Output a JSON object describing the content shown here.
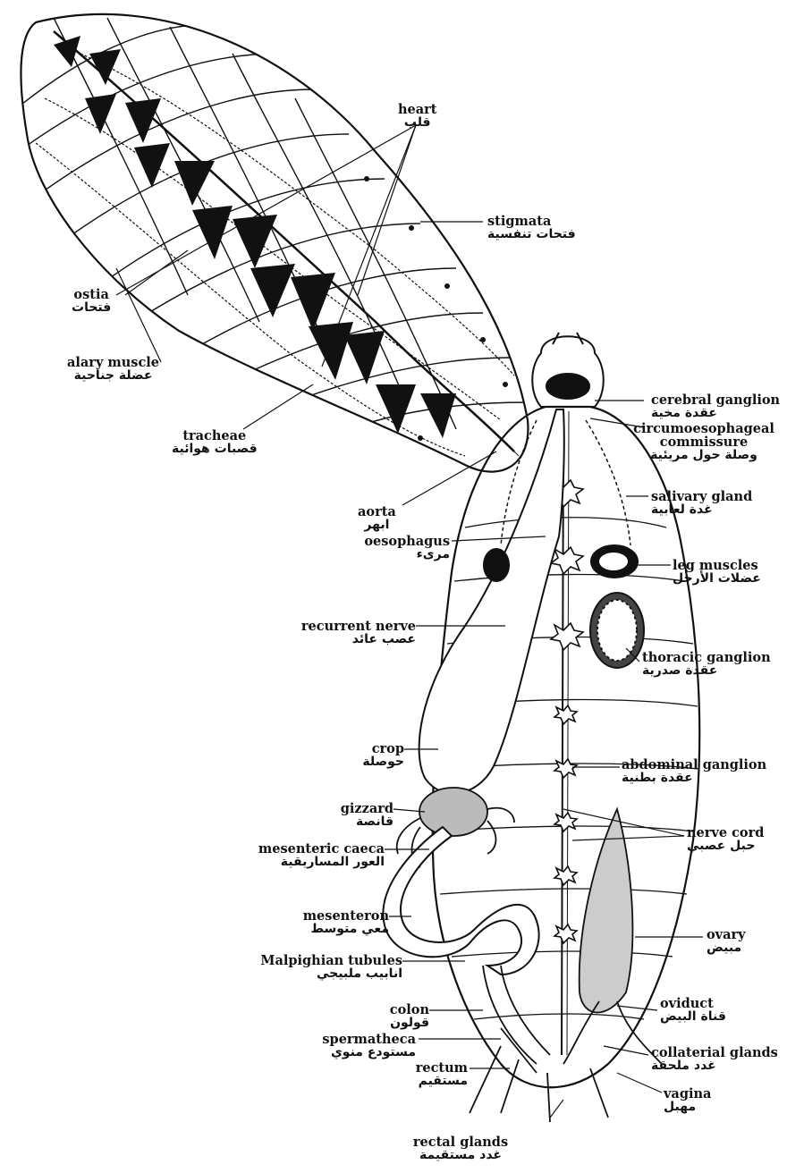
{
  "labels": {
    "heart": {
      "en": "heart",
      "ar": "قلب"
    },
    "stigmata": {
      "en": "stigmata",
      "ar": "فتحات تنفسية"
    },
    "ostia": {
      "en": "ostia",
      "ar": "فتحات"
    },
    "alary_muscle": {
      "en": "alary muscle",
      "ar": "عضلة جناحية"
    },
    "tracheae": {
      "en": "tracheae",
      "ar": "قصبات هوائية"
    },
    "aorta": {
      "en": "aorta",
      "ar": "ابهر"
    },
    "oesophagus": {
      "en": "oesophagus",
      "ar": "مرىء"
    },
    "recurrent_nerve": {
      "en": "recurrent nerve",
      "ar": "عصب عائد"
    },
    "crop": {
      "en": "crop",
      "ar": "حوصلة"
    },
    "gizzard": {
      "en": "gizzard",
      "ar": "قانصة"
    },
    "mesenteric_caeca": {
      "en": "mesenteric caeca",
      "ar": "العور المساريقية"
    },
    "mesenteron": {
      "en": "mesenteron",
      "ar": "معي متوسط"
    },
    "malpighian_tubules": {
      "en": "Malpighian tubules",
      "ar": "انابيب ملبيجي"
    },
    "colon": {
      "en": "colon",
      "ar": "قولون"
    },
    "spermatheca": {
      "en": "spermatheca",
      "ar": "مستودع منوي"
    },
    "rectum": {
      "en": "rectum",
      "ar": "مستقيم"
    },
    "rectal_glands": {
      "en": "rectal glands",
      "ar": "غدد مستقيمة"
    },
    "cerebral_ganglion": {
      "en": "cerebral ganglion",
      "ar": "عقدة مخية"
    },
    "circumoesophageal": {
      "en": "circumoesophageal",
      "en2": "commissure",
      "ar": "وصلة حول مريئية"
    },
    "salivary_gland": {
      "en": "salivary gland",
      "ar": "غدة لعابية"
    },
    "leg_muscles": {
      "en": "leg muscles",
      "ar": "عضلات الأرجل"
    },
    "thoracic_ganglion": {
      "en": "thoracic ganglion",
      "ar": "عقدة صدرية"
    },
    "abdominal_ganglion": {
      "en": "abdominal ganglion",
      "ar": "عقدة بطنية"
    },
    "nerve_cord": {
      "en": "nerve cord",
      "ar": "حبل عصبي"
    },
    "ovary": {
      "en": "ovary",
      "ar": "مبيض"
    },
    "oviduct": {
      "en": "oviduct",
      "ar": "قناة البيض"
    },
    "collaterial_glands": {
      "en": "collaterial glands",
      "ar": "غدد ملحقة"
    },
    "vagina": {
      "en": "vagina",
      "ar": "مهبل"
    }
  }
}
